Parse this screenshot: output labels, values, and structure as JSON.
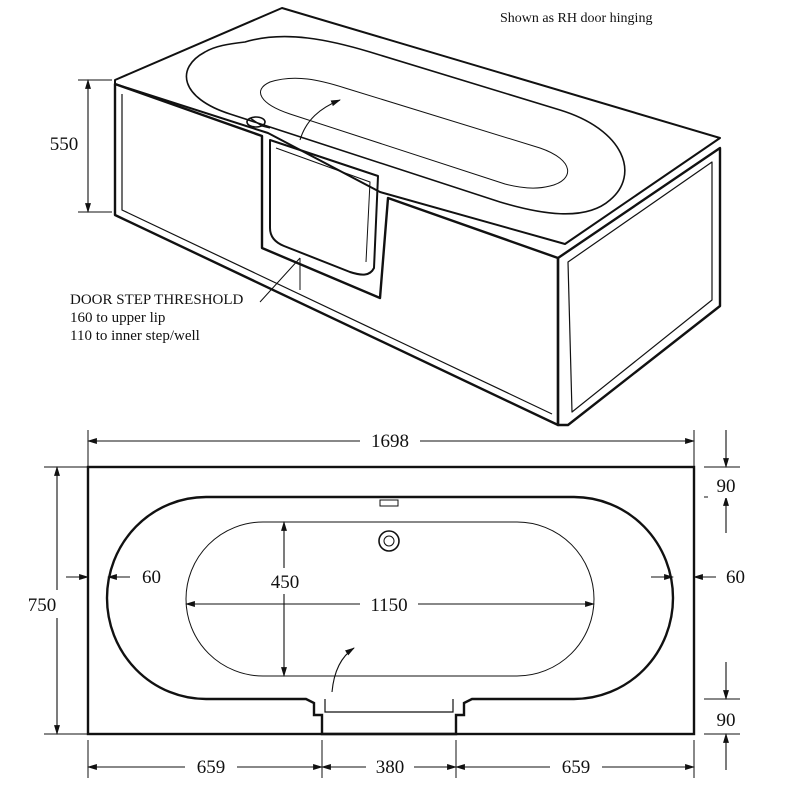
{
  "caption": "Shown as RH door hinging",
  "threshold": {
    "title": "DOOR STEP THRESHOLD",
    "line1": "160 to upper lip",
    "line2": "110 to inner step/well"
  },
  "dimensions": {
    "height": "550",
    "length": "1698",
    "width": "750",
    "inner_width": "450",
    "inner_length": "1150",
    "rim_left": "60",
    "rim_right": "60",
    "end_top": "90",
    "end_bottom": "90",
    "side_left": "659",
    "door": "380",
    "side_right": "659"
  }
}
